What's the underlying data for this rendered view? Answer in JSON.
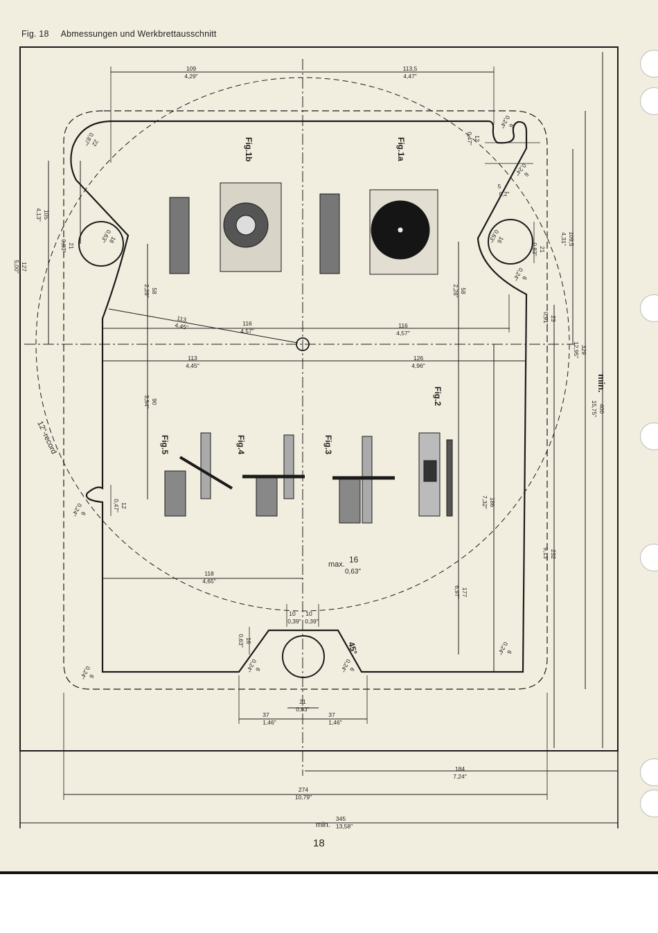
{
  "caption": {
    "fig": "Fig. 18",
    "title": "Abmessungen und Werkbrettausschnitt"
  },
  "page_number": "18",
  "figure_labels": {
    "fig1b": "Fig.1b",
    "fig1a": "Fig.1a",
    "fig2": "Fig.2",
    "fig3": "Fig.3",
    "fig4": "Fig.4",
    "fig5": "Fig.5",
    "record": "12\"-record"
  },
  "dimensions": {
    "d109": [
      "109",
      "4,29\""
    ],
    "d113_5": [
      "113,5",
      "4,47\""
    ],
    "d116_left": [
      "116",
      "4,57\""
    ],
    "d116_right": [
      "116",
      "4,57\""
    ],
    "d113_radius": [
      "113,",
      "4,45\""
    ],
    "d113_bottom": [
      "113",
      "4,45\""
    ],
    "d126": [
      "126",
      "4,96\""
    ],
    "d118": [
      "118",
      "4,65\""
    ],
    "d10_left": [
      "10",
      "0,39\""
    ],
    "d10_right": [
      "10",
      "0,39\""
    ],
    "d21_bottom": [
      "21",
      "0,83\""
    ],
    "d37_left": [
      "37",
      "1,46\""
    ],
    "d37_right": [
      "37",
      "1,46\""
    ],
    "d16_left": [
      "16",
      "0,63\""
    ],
    "d184": [
      "184",
      "7,24\""
    ],
    "d274": [
      "274",
      "10,79\""
    ],
    "d345": [
      "345",
      "13,58\""
    ],
    "min_bottom": "min.",
    "max16": [
      "max.",
      "16",
      "0,63\""
    ],
    "deg45": "45°",
    "v105": [
      "105",
      "4,13\""
    ],
    "v127": [
      "127",
      "5,00\""
    ],
    "v21_left": [
      "21",
      "0,83\""
    ],
    "v16_left": [
      "16",
      "0,63\""
    ],
    "v58_left": [
      "58",
      "2,28\""
    ],
    "v58_right": [
      "58",
      "2,28\""
    ],
    "v90": [
      "90",
      "3,54\""
    ],
    "v12_top": [
      "12",
      "0,47\""
    ],
    "v12_left": [
      "12",
      "0,47\""
    ],
    "v5": [
      "5",
      "0,2\""
    ],
    "v6_top": [
      "6",
      "0,24\""
    ],
    "v6_top2": [
      "6",
      "0,24\""
    ],
    "v6_right": [
      "6",
      "0,24\""
    ],
    "v6_left": [
      "6",
      "0,24\""
    ],
    "v6_bl": [
      "6",
      "0,24\""
    ],
    "v6_bc1": [
      "6",
      "0,24\""
    ],
    "v6_bc2": [
      "6",
      "0,24\""
    ],
    "v6_br": [
      "6",
      "0,24\""
    ],
    "v16_right": [
      "16",
      "0,63\""
    ],
    "v21_right": [
      "21",
      "0,83\""
    ],
    "v22": [
      "22",
      "0,87\""
    ],
    "v109_5": [
      "109,5",
      "4,31\""
    ],
    "v23": [
      "23",
      "0,91\""
    ],
    "v329": [
      "329",
      "12,95\""
    ],
    "v400": [
      "400",
      "15,75\""
    ],
    "min_right": "min.",
    "v186": [
      "186",
      "7,32\""
    ],
    "v177": [
      "177",
      "6,97\""
    ],
    "v232": [
      "232",
      "9,13\""
    ]
  }
}
